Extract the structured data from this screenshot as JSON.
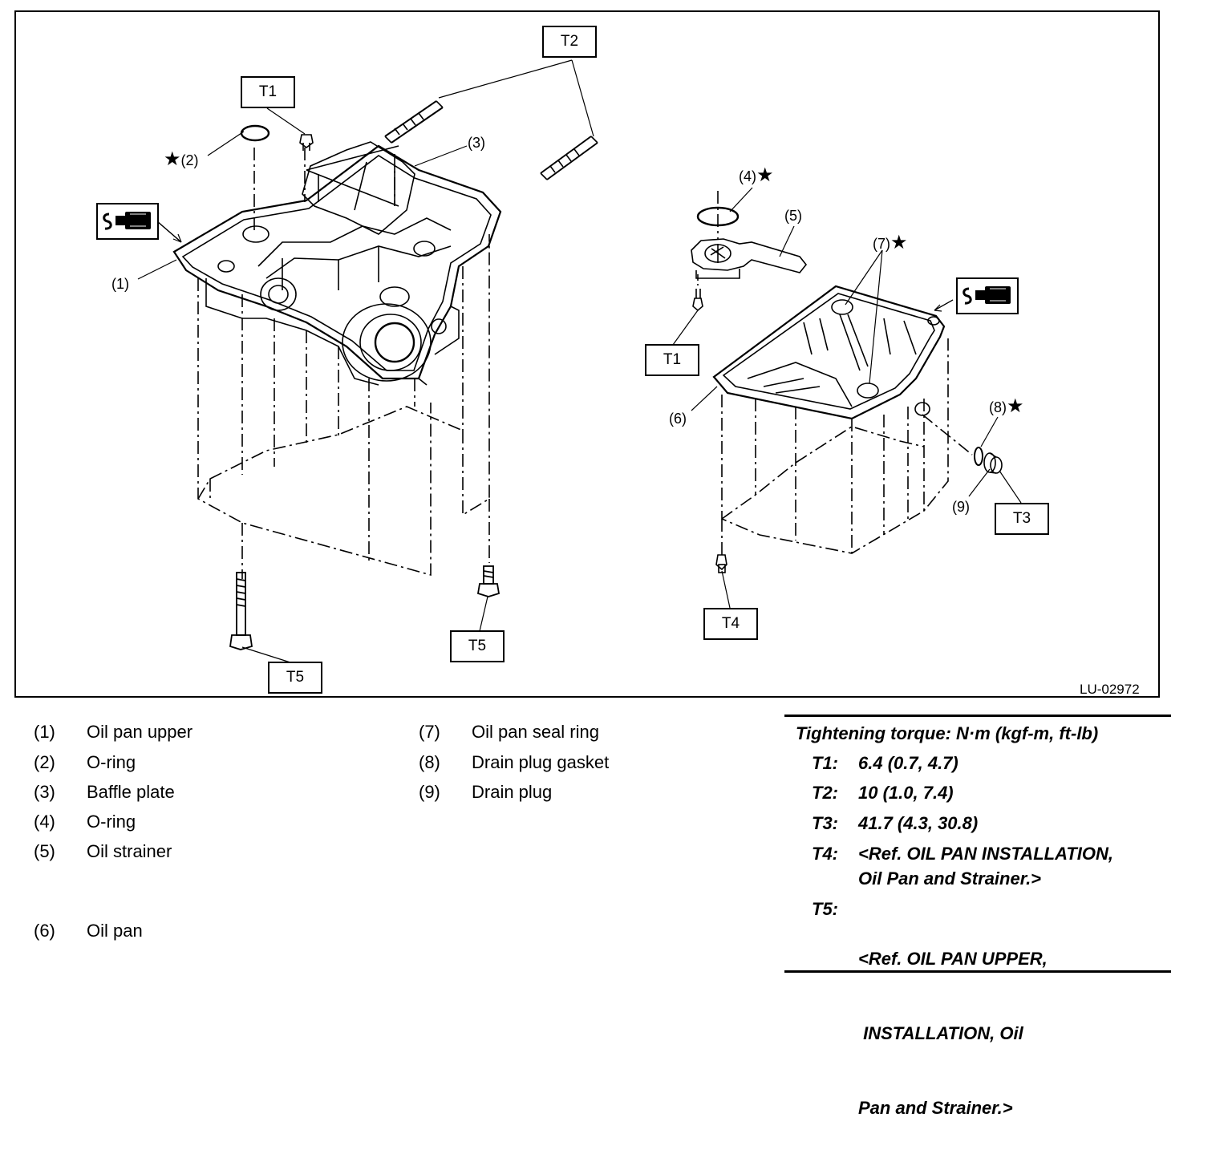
{
  "figure": {
    "code": "LU-02972",
    "callouts": {
      "t1_left": "T1",
      "t2": "T2",
      "t1_right": "T1",
      "t3": "T3",
      "t4": "T4",
      "t5_left": "T5",
      "t5_center": "T5",
      "p1": "(1)",
      "p2": "(2)",
      "p3": "(3)",
      "p4": "(4)",
      "p5": "(5)",
      "p6": "(6)",
      "p7": "(7)",
      "p8": "(8)",
      "p9": "(9)",
      "star": "★"
    }
  },
  "parts": [
    {
      "num": "(1)",
      "name": "Oil pan upper"
    },
    {
      "num": "(2)",
      "name": "O-ring"
    },
    {
      "num": "(3)",
      "name": "Baffle plate"
    },
    {
      "num": "(4)",
      "name": "O-ring"
    },
    {
      "num": "(5)",
      "name": "Oil strainer"
    },
    {
      "num": "(6)",
      "name": "Oil pan"
    },
    {
      "num": "(7)",
      "name": "Oil pan seal ring"
    },
    {
      "num": "(8)",
      "name": "Drain plug gasket"
    },
    {
      "num": "(9)",
      "name": "Drain plug"
    }
  ],
  "torque": {
    "title": "Tightening torque: N·m (kgf-m, ft-lb)",
    "items": [
      {
        "code": "T1:",
        "lines": [
          "6.4 (0.7, 4.7)"
        ]
      },
      {
        "code": "T2:",
        "lines": [
          "10 (1.0, 7.4)"
        ]
      },
      {
        "code": "T3:",
        "lines": [
          "41.7 (4.3, 30.8)"
        ]
      },
      {
        "code": "T4:",
        "lines": [
          "<Ref. OIL PAN INSTALLATION,",
          "Oil Pan and Strainer.>"
        ]
      },
      {
        "code": "T5:",
        "lines": [
          "<Ref. OIL PAN UPPER,",
          " INSTALLATION, Oil",
          "Pan and Strainer.>"
        ]
      }
    ]
  }
}
